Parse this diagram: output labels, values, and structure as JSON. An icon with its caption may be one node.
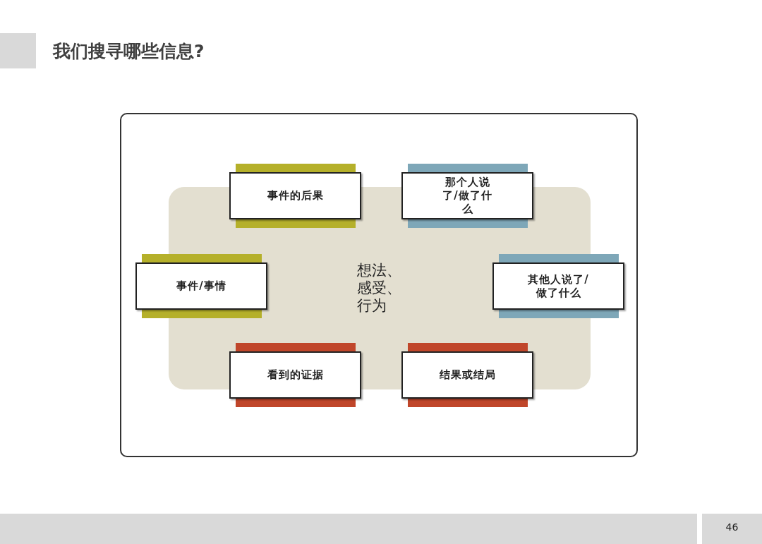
{
  "diagram": {
    "title": "我们搜寻哪些信息?",
    "nodes": [
      {
        "text": [],
        "shape": "box"
      },
      {
        "text": [
          "想法、感受、行为"
        ],
        "in": 0
      },
      {
        "text": [
          "事件的后果"
        ],
        "in": 0
      },
      {
        "text": [
          "那个人说了/做了什么"
        ],
        "in": 0
      },
      {
        "text": [
          "事件/事情"
        ],
        "in": 0
      },
      {
        "text": [
          "其他人说了/做了什么"
        ],
        "in": 0
      },
      {
        "text": [
          "看到的证据"
        ],
        "in": 0
      },
      {
        "text": [
          "结果或结局"
        ],
        "in": 0
      }
    ],
    "labels": [
      "46"
    ]
  }
}
